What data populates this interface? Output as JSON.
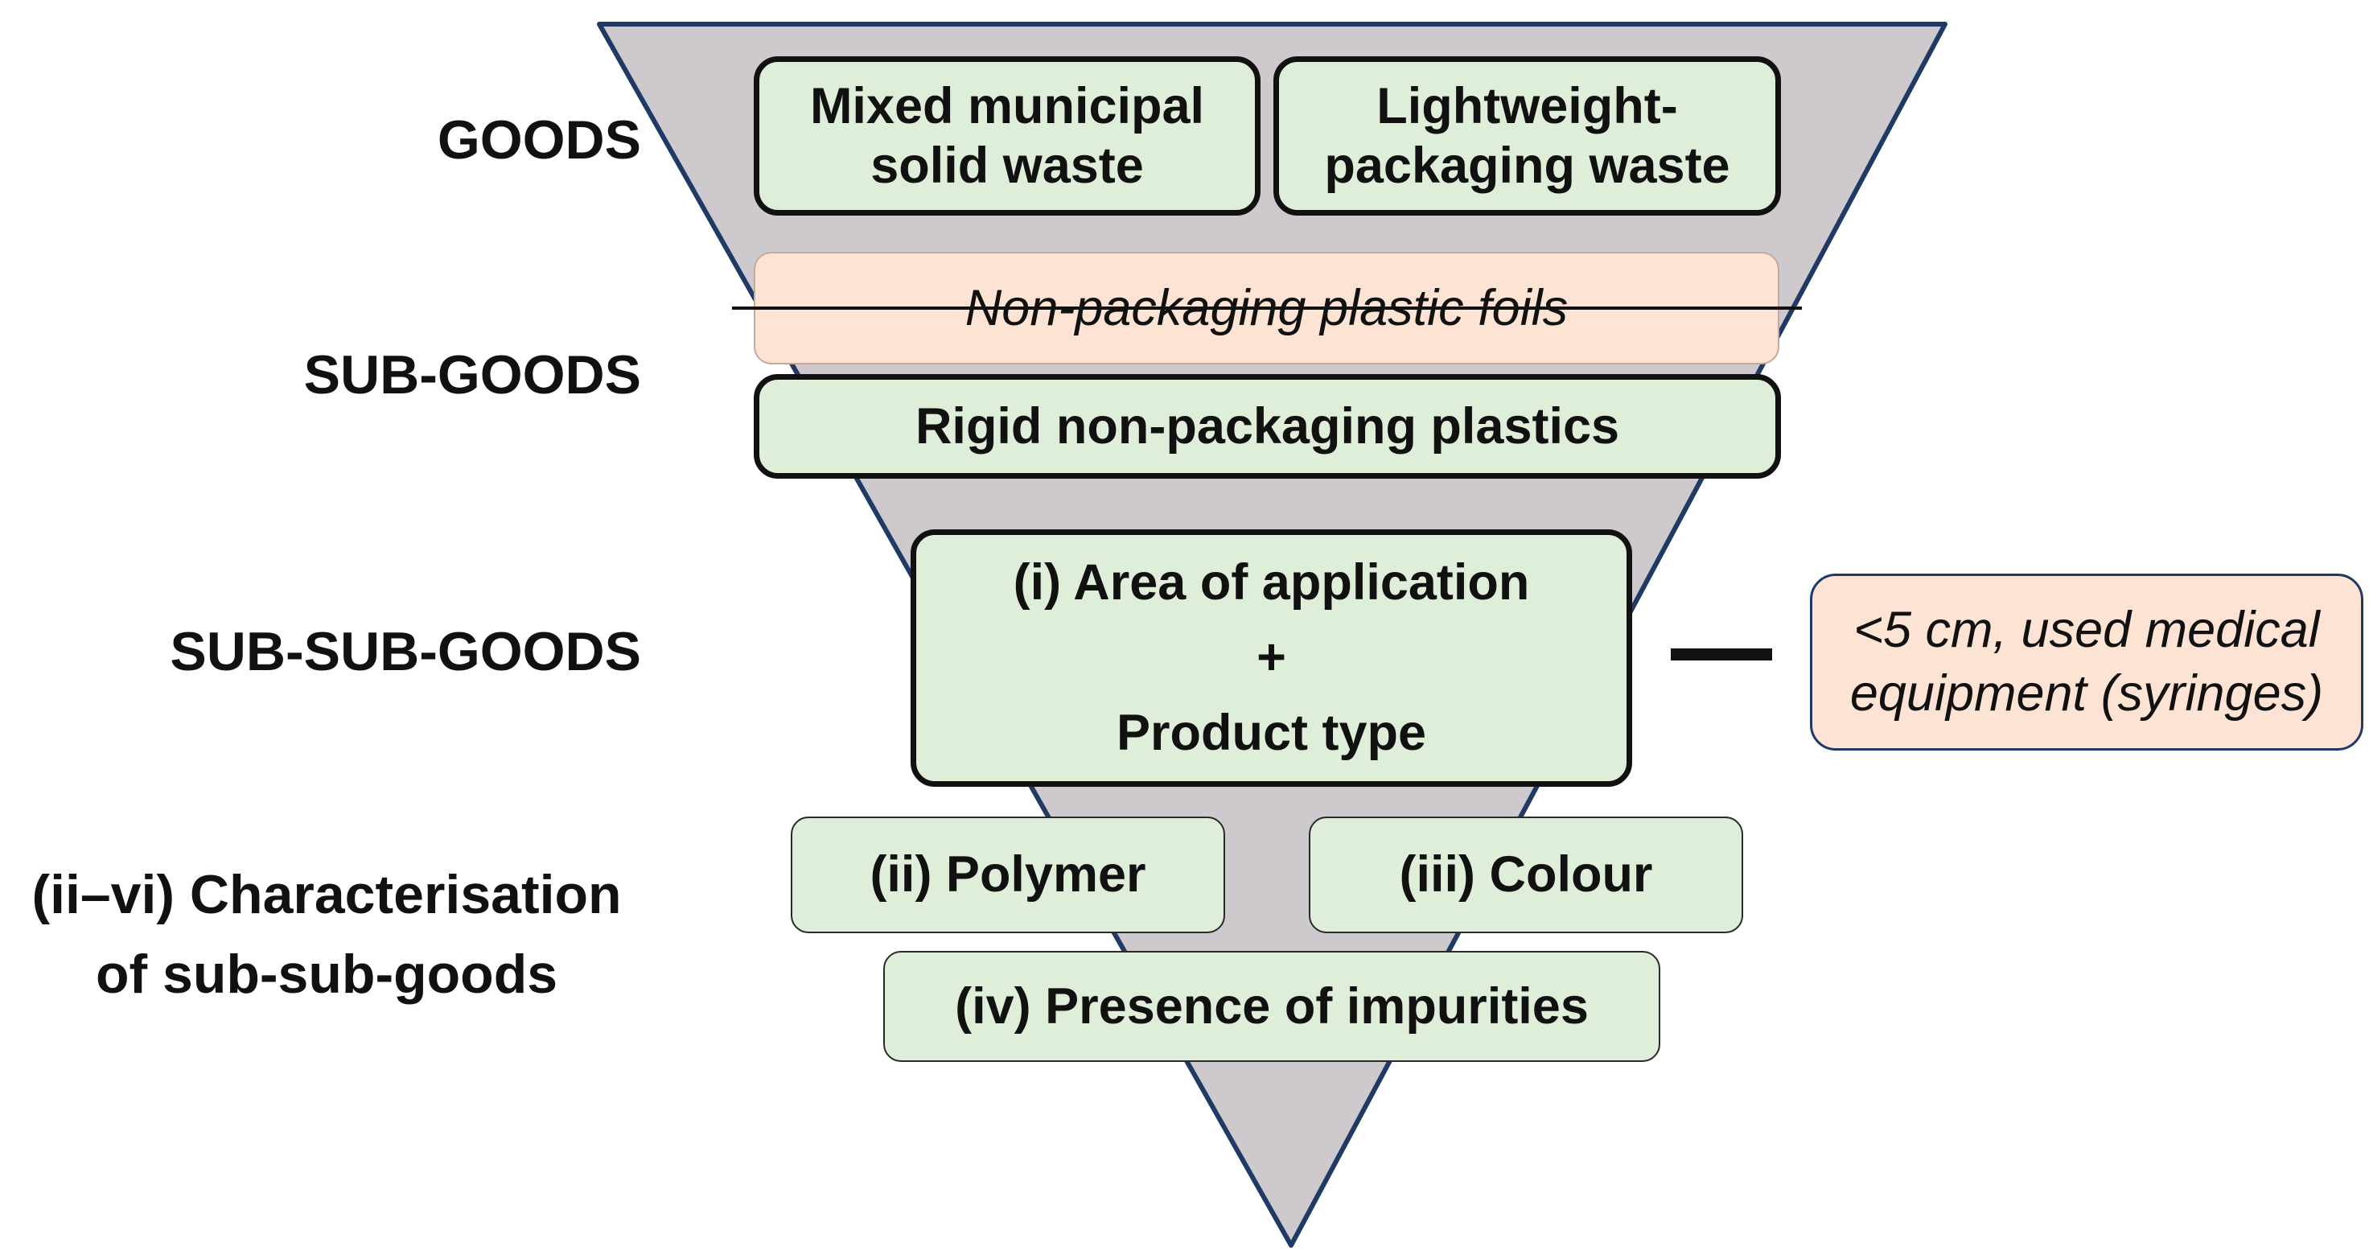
{
  "levels": {
    "goods": "GOODS",
    "sub_goods": "SUB-GOODS",
    "sub_sub_goods": "SUB-SUB-GOODS",
    "characterisation_line1": "(ii–vi) Characterisation",
    "characterisation_line2": "of sub-sub-goods"
  },
  "goods": {
    "mixed_line1": "Mixed municipal",
    "mixed_line2": "solid waste",
    "lightweight_line1": "Lightweight-",
    "lightweight_line2": "packaging waste"
  },
  "sub_goods": {
    "excluded": "Non-packaging plastic foils",
    "rigid": "Rigid non-packaging plastics"
  },
  "sub_sub_goods": {
    "line1": "(i) Area of application",
    "line2": "+",
    "line3": "Product type"
  },
  "exclusion_note": {
    "line1": "<5 cm, used medical",
    "line2": "equipment (syringes)"
  },
  "characterisation": {
    "polymer": "(ii) Polymer",
    "colour": "(iii) Colour",
    "impurities": "(iv) Presence of impurities"
  },
  "colors": {
    "triangle_fill": "#cdc9cd",
    "triangle_outline": "#1f3a64",
    "green_box": "#dfeed8",
    "peach_box": "#fde3d4"
  }
}
